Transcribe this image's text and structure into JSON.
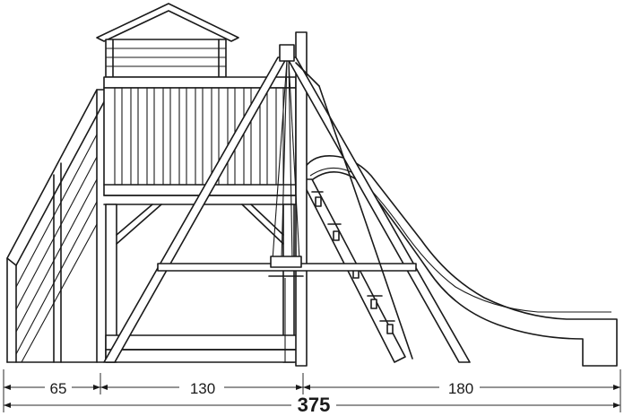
{
  "dimensions": {
    "stairs_width": "65",
    "tower_width": "130",
    "slide_width": "180",
    "total_width": "375"
  }
}
